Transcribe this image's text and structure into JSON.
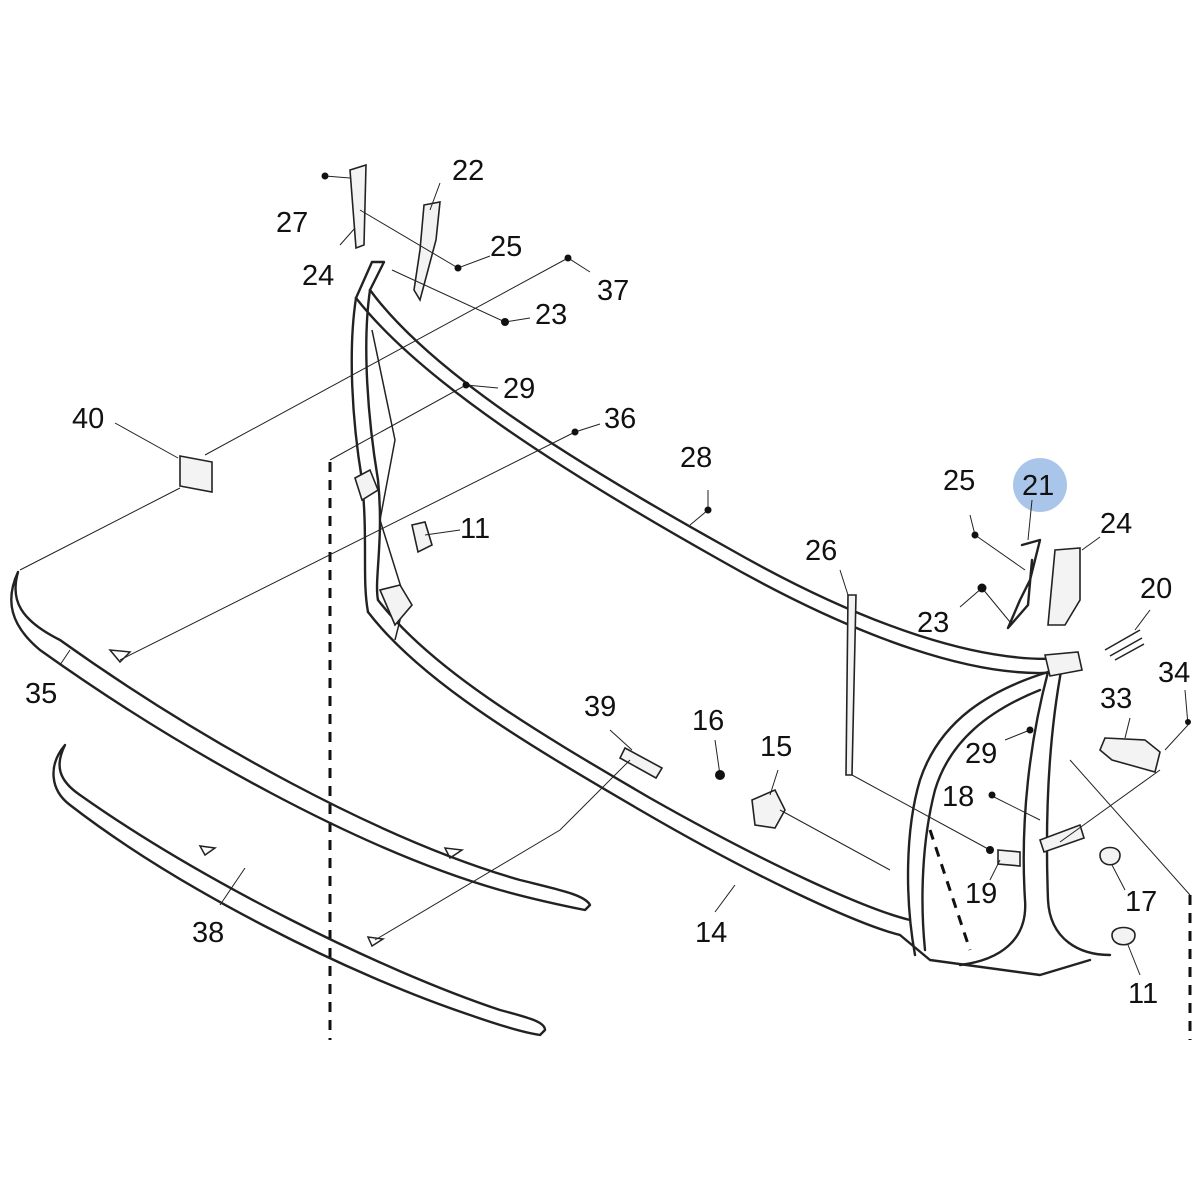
{
  "diagram": {
    "highlight_color": "#a9c6ea",
    "selected_part_color": "#3a5fb0",
    "callouts": [
      {
        "id": "c22",
        "text": "22"
      },
      {
        "id": "c27",
        "text": "27"
      },
      {
        "id": "c25a",
        "text": "25"
      },
      {
        "id": "c24a",
        "text": "24"
      },
      {
        "id": "c37",
        "text": "37"
      },
      {
        "id": "c23a",
        "text": "23"
      },
      {
        "id": "c29a",
        "text": "29"
      },
      {
        "id": "c40",
        "text": "40"
      },
      {
        "id": "c36",
        "text": "36"
      },
      {
        "id": "c28",
        "text": "28"
      },
      {
        "id": "c11a",
        "text": "11"
      },
      {
        "id": "c25b",
        "text": "25"
      },
      {
        "id": "c21",
        "text": "21"
      },
      {
        "id": "c24b",
        "text": "24"
      },
      {
        "id": "c26",
        "text": "26"
      },
      {
        "id": "c20",
        "text": "20"
      },
      {
        "id": "c23b",
        "text": "23"
      },
      {
        "id": "c34",
        "text": "34"
      },
      {
        "id": "c35",
        "text": "35"
      },
      {
        "id": "c33",
        "text": "33"
      },
      {
        "id": "c39",
        "text": "39"
      },
      {
        "id": "c16",
        "text": "16"
      },
      {
        "id": "c15",
        "text": "15"
      },
      {
        "id": "c29b",
        "text": "29"
      },
      {
        "id": "c18",
        "text": "18"
      },
      {
        "id": "c19",
        "text": "19"
      },
      {
        "id": "c17",
        "text": "17"
      },
      {
        "id": "c38",
        "text": "38"
      },
      {
        "id": "c14",
        "text": "14"
      },
      {
        "id": "c11b",
        "text": "11"
      }
    ]
  }
}
